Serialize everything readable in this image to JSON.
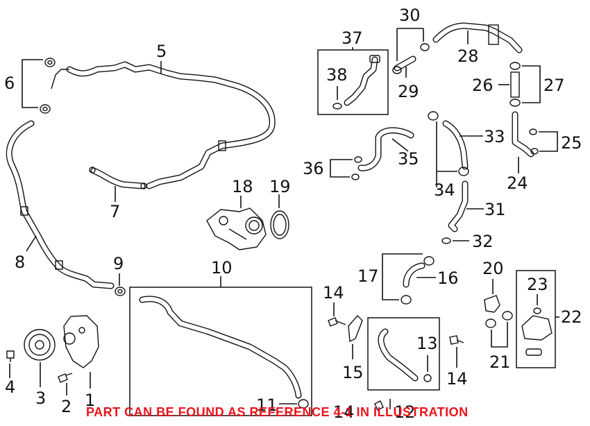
{
  "diagram": {
    "labels": {
      "l1": "1",
      "l2": "2",
      "l3": "3",
      "l4": "4",
      "l5": "5",
      "l6": "6",
      "l7": "7",
      "l8": "8",
      "l9": "9",
      "l10": "10",
      "l11": "11",
      "l12": "12",
      "l13": "13",
      "l14a": "14",
      "l14b": "14",
      "l14c": "14",
      "l15": "15",
      "l16": "16",
      "l17": "17",
      "l18": "18",
      "l19": "19",
      "l20": "20",
      "l21": "21",
      "l22": "22",
      "l23": "23",
      "l24": "24",
      "l25": "25",
      "l26": "26",
      "l27": "27",
      "l28": "28",
      "l29": "29",
      "l30": "30",
      "l31": "31",
      "l32": "32",
      "l33": "33",
      "l34": "34",
      "l35": "35",
      "l36": "36",
      "l37": "37",
      "l38": "38"
    },
    "banner": "PART CAN BE FOUND AS REFERENCE 4-1 IN ILLUSTRATION"
  },
  "colors": {
    "banner": "#e8141c",
    "line": "#111111"
  }
}
